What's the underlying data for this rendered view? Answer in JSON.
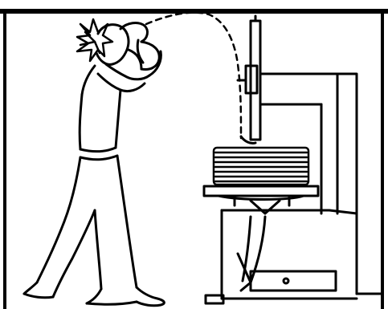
{
  "illustration": {
    "subject": [
      "worker-figure",
      "tire-changer-machine",
      "stacked-tire",
      "ejected-bead-tool",
      "impact-burst"
    ],
    "style": "black line drawing on white background",
    "colors": {
      "ink": "#000000",
      "paper": "#ffffff"
    }
  }
}
